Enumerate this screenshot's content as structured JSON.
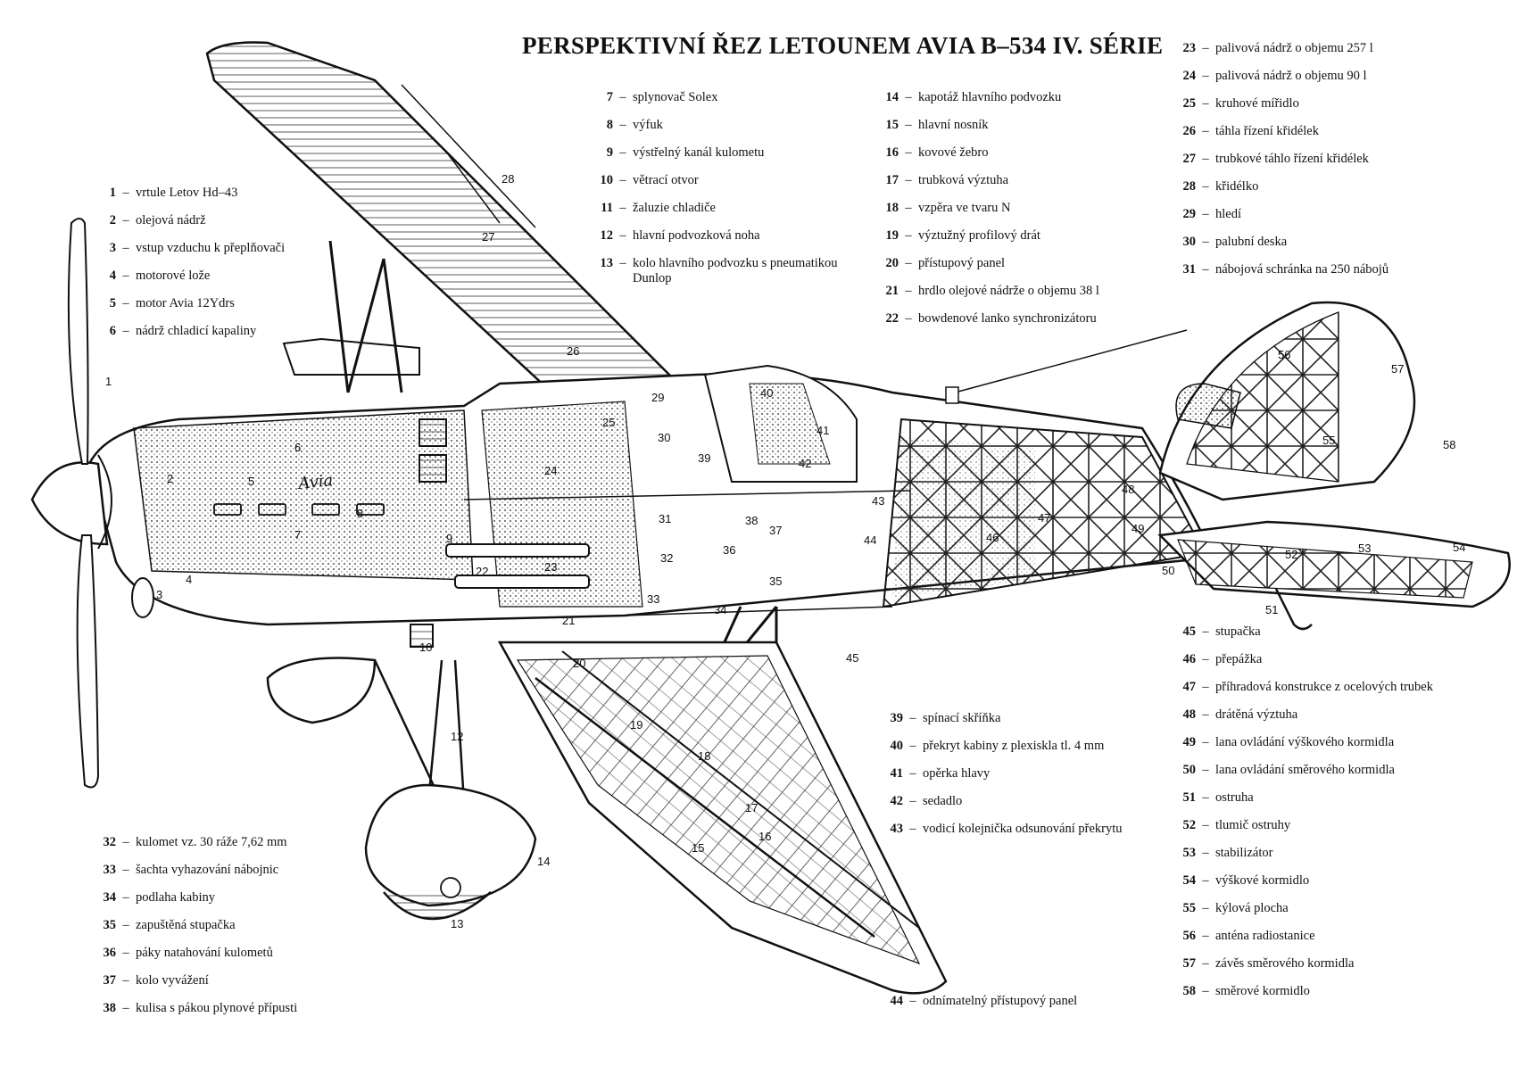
{
  "title": "PERSPEKTIVNÍ ŘEZ LETOUNEM AVIA B–534 IV. SÉRIE",
  "legend_a": [
    {
      "n": "1",
      "t": "vrtule Letov Hd–43"
    },
    {
      "n": "2",
      "t": "olejová nádrž"
    },
    {
      "n": "3",
      "t": "vstup vzduchu k přeplňovači"
    },
    {
      "n": "4",
      "t": "motorové lože"
    },
    {
      "n": "5",
      "t": "motor Avia 12Ydrs"
    },
    {
      "n": "6",
      "t": "nádrž chladicí kapaliny"
    }
  ],
  "legend_b": [
    {
      "n": "7",
      "t": "splynovač Solex"
    },
    {
      "n": "8",
      "t": "výfuk"
    },
    {
      "n": "9",
      "t": "výstřelný kanál kulometu"
    },
    {
      "n": "10",
      "t": "větrací otvor"
    },
    {
      "n": "11",
      "t": "žaluzie chladiče"
    },
    {
      "n": "12",
      "t": "hlavní podvozková noha"
    },
    {
      "n": "13",
      "t": "kolo hlavního podvozku s pneumatikou Dunlop"
    }
  ],
  "legend_c": [
    {
      "n": "14",
      "t": "kapotáž hlavního podvozku"
    },
    {
      "n": "15",
      "t": "hlavní nosník"
    },
    {
      "n": "16",
      "t": "kovové žebro"
    },
    {
      "n": "17",
      "t": "trubková výztuha"
    },
    {
      "n": "18",
      "t": "vzpěra ve tvaru N"
    },
    {
      "n": "19",
      "t": "výztužný profilový drát"
    },
    {
      "n": "20",
      "t": "přístupový panel"
    },
    {
      "n": "21",
      "t": "hrdlo olejové nádrže o objemu 38 l"
    },
    {
      "n": "22",
      "t": "bowdenové lanko synchronizátoru"
    }
  ],
  "legend_d": [
    {
      "n": "23",
      "t": "palivová nádrž o objemu 257 l"
    },
    {
      "n": "24",
      "t": "palivová nádrž o objemu 90 l"
    },
    {
      "n": "25",
      "t": "kruhové mířidlo"
    },
    {
      "n": "26",
      "t": "táhla řízení křidélek"
    },
    {
      "n": "27",
      "t": "trubkové táhlo řízení křidélek"
    },
    {
      "n": "28",
      "t": "křidélko"
    },
    {
      "n": "29",
      "t": "hledí"
    },
    {
      "n": "30",
      "t": "palubní deska"
    },
    {
      "n": "31",
      "t": "nábojová schránka na 250 nábojů"
    }
  ],
  "legend_e": [
    {
      "n": "32",
      "t": "kulomet vz. 30 ráže 7,62 mm"
    },
    {
      "n": "33",
      "t": "šachta vyhazování nábojnic"
    },
    {
      "n": "34",
      "t": "podlaha kabiny"
    },
    {
      "n": "35",
      "t": "zapuštěná stupačka"
    },
    {
      "n": "36",
      "t": "páky natahování kulometů"
    },
    {
      "n": "37",
      "t": "kolo vyvážení"
    },
    {
      "n": "38",
      "t": "kulisa s pákou plynové přípusti"
    }
  ],
  "legend_f": [
    {
      "n": "39",
      "t": "spínací skříňka"
    },
    {
      "n": "40",
      "t": "překryt kabiny z plexiskla tl. 4 mm"
    },
    {
      "n": "41",
      "t": "opěrka hlavy"
    },
    {
      "n": "42",
      "t": "sedadlo"
    },
    {
      "n": "43",
      "t": "vodicí kolejnička odsunování překrytu"
    }
  ],
  "legend_g": [
    {
      "n": "44",
      "t": "odnímatelný přístupový panel"
    }
  ],
  "legend_h": [
    {
      "n": "45",
      "t": "stupačka"
    },
    {
      "n": "46",
      "t": "přepážka"
    },
    {
      "n": "47",
      "t": "příhradová konstrukce z ocelových trubek"
    },
    {
      "n": "48",
      "t": "drátěná výztuha"
    },
    {
      "n": "49",
      "t": "lana ovládání výškového kormidla"
    },
    {
      "n": "50",
      "t": "lana ovládání směrového kormidla"
    },
    {
      "n": "51",
      "t": "ostruha"
    },
    {
      "n": "52",
      "t": "tlumič ostruhy"
    },
    {
      "n": "53",
      "t": "stabilizátor"
    },
    {
      "n": "54",
      "t": "výškové kormidlo"
    },
    {
      "n": "55",
      "t": "kýlová plocha"
    },
    {
      "n": "56",
      "t": "anténa radiostanice"
    },
    {
      "n": "57",
      "t": "závěs směrového kormidla"
    },
    {
      "n": "58",
      "t": "směrové kormidlo"
    }
  ],
  "callouts": [
    "1",
    "2",
    "3",
    "4",
    "5",
    "6",
    "7",
    "8",
    "9",
    "10",
    "12",
    "13",
    "14",
    "15",
    "16",
    "17",
    "18",
    "19",
    "20",
    "21",
    "22",
    "23",
    "24",
    "25",
    "26",
    "27",
    "28",
    "29",
    "30",
    "31",
    "32",
    "33",
    "34",
    "35",
    "36",
    "37",
    "38",
    "39",
    "40",
    "41",
    "42",
    "43",
    "44",
    "45",
    "46",
    "47",
    "48",
    "49",
    "50",
    "51",
    "52",
    "53",
    "54",
    "55",
    "56",
    "57",
    "58"
  ],
  "nameplate": "Avia"
}
